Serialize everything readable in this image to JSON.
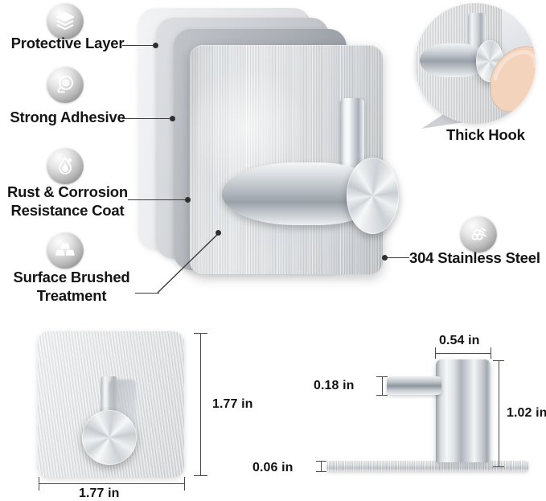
{
  "document": {
    "type": "product-infographic",
    "subject": "Adhesive stainless steel wall hook",
    "background_color": "#ffffff",
    "text_color": "#141414",
    "line_color": "#3b3b3b"
  },
  "features": [
    {
      "id": "protective-layer",
      "label": "Protective Layer",
      "icon": "layers-icon"
    },
    {
      "id": "strong-adhesive",
      "label": "Strong Adhesive",
      "icon": "tape-roll-icon"
    },
    {
      "id": "rust-resistance",
      "label": "Rust & Corrosion\nResistance Coat",
      "icon": "water-drop-icon"
    },
    {
      "id": "surface-brushed",
      "label": "Surface Brushed\nTreatment",
      "icon": "metal-ingots-icon"
    }
  ],
  "right_feature": {
    "id": "stainless-steel",
    "label": "304 Stainless Steel",
    "icon": "steel-pipes-icon"
  },
  "callout": {
    "id": "thick-hook",
    "label": "Thick Hook",
    "detail": "finger pressing hook knob"
  },
  "dimensions": {
    "front_view": {
      "width": "1.77 in",
      "height": "1.77 in"
    },
    "side_view": {
      "hook_knob_width": "0.54 in",
      "arm_thickness": "0.18 in",
      "body_height": "1.02 in",
      "base_thickness": "0.06 in"
    }
  }
}
